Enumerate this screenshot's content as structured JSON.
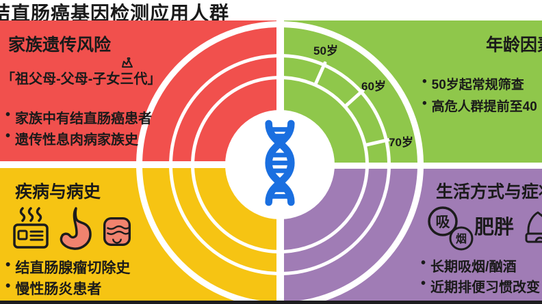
{
  "title": "结直肠癌基因检测应用人群",
  "ui": {
    "bullet": "•"
  },
  "colors": {
    "family_red": "#F1504D",
    "age_green": "#8FC74B",
    "disease_yellow": "#F6C413",
    "lifestyle_purple": "#A07CB5",
    "dna_blue": "#1A6FE0",
    "organ_salmon": "#F0836E",
    "text": "#1A1A1A"
  },
  "center": {
    "icon": "dna-double-helix"
  },
  "rings": {
    "labels": [
      "50岁",
      "60岁",
      "70岁"
    ]
  },
  "quadrants": {
    "family": {
      "title": "家族遗传风险",
      "tagline": "「祖父母-父母-子女三代」",
      "bullets": [
        "家族中有结直肠癌患者",
        "遗传性息肉病家族史"
      ]
    },
    "age": {
      "title": "年龄因素",
      "bullets": [
        "50岁起常规筛查",
        "高危人群提前至40"
      ]
    },
    "disease": {
      "title": "疾病与病史",
      "icons": [
        "record-card-icon",
        "stomach-icon",
        "intestine-icon"
      ],
      "bullets": [
        "结直肠腺瘤切除史",
        "慢性肠炎患者"
      ]
    },
    "lifestyle": {
      "title": "生活方式与症状",
      "smoking_chars": [
        "吸",
        "烟"
      ],
      "obesity_label": "肥胖",
      "icons": [
        "smoking-icon",
        "cake-icon"
      ],
      "bullets": [
        "长期吸烟/酗酒",
        "近期排便习惯改变"
      ]
    }
  }
}
